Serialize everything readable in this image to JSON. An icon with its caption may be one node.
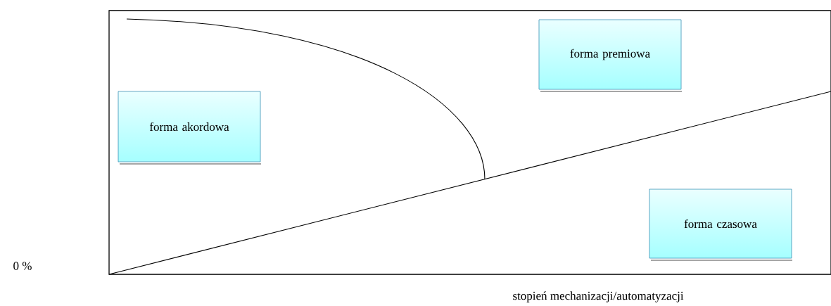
{
  "diagram": {
    "nodes": [
      {
        "text": [
          "forma akordowa"
        ]
      },
      {
        "text": [
          "forma premiowa"
        ]
      },
      {
        "text": [
          "forma czasowa"
        ]
      }
    ],
    "labels": [
      "0 %",
      "stopień mechanizacji/automatyzacji"
    ]
  }
}
